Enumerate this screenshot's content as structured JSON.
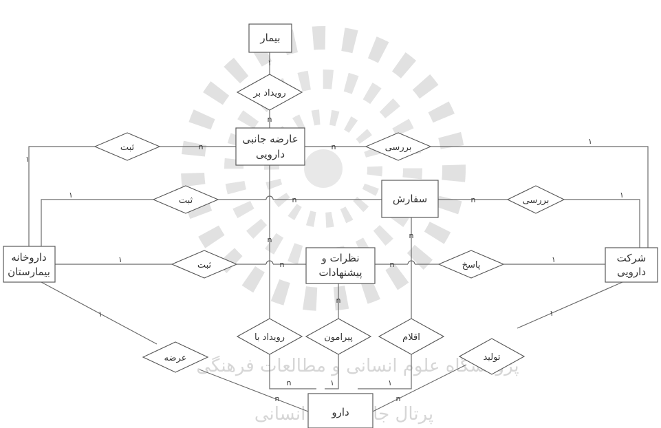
{
  "colors": {
    "line": "#6b6b6b",
    "entity_border": "#5a5a5a",
    "text": "#333333",
    "watermark": "#dcdcdc"
  },
  "watermark": {
    "logo_icon": "rosette-logo",
    "text_line1": "پژوهشگاه علوم انسانی و مطالعات فرهنگی",
    "text_line2": "پرتال جامع علوم انسانی"
  },
  "entities": {
    "patient": "بیمار",
    "side_effect_line1": "عارضه جانبی",
    "side_effect_line2": "دارویی",
    "order": "سفارش",
    "feedback_line1": "نظرات و",
    "feedback_line2": "پیشنهادات",
    "hospital_pharmacy_line1": "داروخانه",
    "hospital_pharmacy_line2": "بیمارستان",
    "pharma_company_line1": "شرکت",
    "pharma_company_line2": "دارویی",
    "drug": "دارو"
  },
  "relationships": {
    "occurs_on": "رویداد بر",
    "register_side_effect": "ثبت",
    "review_side_effect": "بررسی",
    "register_order": "ثبت",
    "review_order": "بررسی",
    "register_feedback": "ثبت",
    "respond": "پاسخ",
    "occurs_with": "رویداد با",
    "about": "پیرامون",
    "items": "اقلام",
    "supply": "عرضه",
    "produce": "تولید"
  },
  "cardinalities": {
    "one": "۱",
    "many": "n"
  }
}
